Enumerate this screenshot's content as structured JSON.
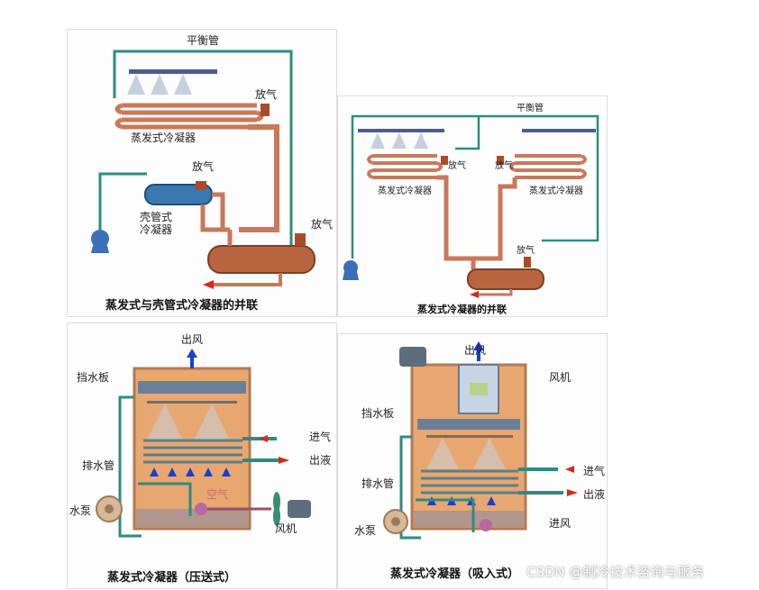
{
  "panel1": {
    "caption": "蒸发式与壳管式冷凝器的并联",
    "label_balance_pipe": "平衡管",
    "label_vent_1": "放气",
    "label_evap_condenser": "蒸发式冷凝器",
    "label_vent_2": "放气",
    "label_shell_tube_1": "壳管式",
    "label_shell_tube_2": "冷凝器",
    "label_vent_3": "放气"
  },
  "panel2": {
    "caption": "蒸发式冷凝器的并联",
    "label_balance_pipe": "平衡管",
    "label_vent_left": "放气",
    "label_vent_right": "放气",
    "label_condenser_left": "蒸发式冷凝器",
    "label_condenser_right": "蒸发式冷凝器",
    "label_vent_bottom": "放气"
  },
  "panel3": {
    "caption": "蒸发式冷凝器（压送式）",
    "label_air_out": "出风",
    "label_baffle": "挡水板",
    "label_gas_in": "进气",
    "label_drain_pipe": "排水管",
    "label_liquid_out": "出液",
    "label_air": "空气",
    "label_pump": "水泵",
    "label_fan": "风机"
  },
  "panel4": {
    "caption": "蒸发式冷凝器（吸入式）",
    "label_air_out": "出风",
    "label_fan": "风机",
    "label_baffle": "挡水板",
    "label_gas_in": "进气",
    "label_drain_pipe": "排水管",
    "label_liquid_out": "出液",
    "label_air_in": "进风",
    "label_pump": "水泵"
  },
  "watermark": "CSDN @制冷技术咨询与服务",
  "colors": {
    "pipe_green": "#2e8b80",
    "pipe_copper": "#c9785a",
    "tank_copper": "#b8653f",
    "casing_orange": "#e8a770",
    "arrow_red": "#d42a1e",
    "arrow_blue": "#1a3fd0",
    "shell_blue": "#3a78b0"
  }
}
